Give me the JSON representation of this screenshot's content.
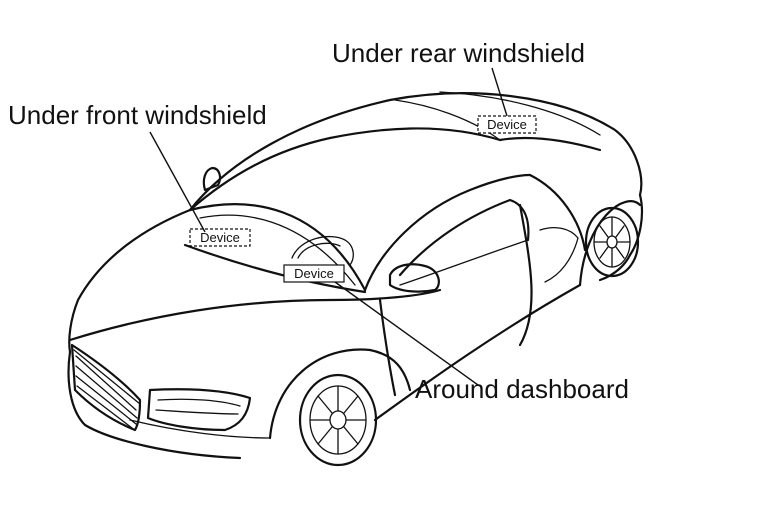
{
  "labels": {
    "rear": "Under rear windshield",
    "front": "Under front windshield",
    "dashboard": "Around dashboard"
  },
  "device_tags": {
    "rear": "Device",
    "front": "Device",
    "dashboard": "Device"
  },
  "colors": {
    "ink": "#111111",
    "background": "#ffffff"
  }
}
